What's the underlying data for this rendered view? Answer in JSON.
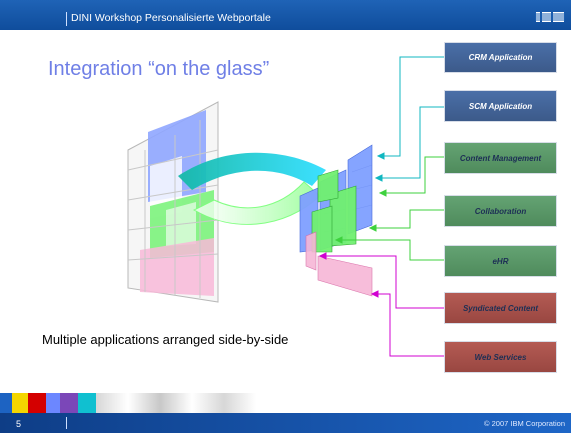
{
  "header": {
    "title": "DINI Workshop Personalisierte Webportale",
    "logo": "IBM"
  },
  "slide": {
    "title": "Integration “on the glass”",
    "caption": "Multiple applications arranged side-by-side"
  },
  "apps": [
    {
      "label": "CRM Application",
      "color": "#4a6fa8"
    },
    {
      "label": "SCM Application",
      "color": "#4a6fa8"
    },
    {
      "label": "Content Management",
      "color": "#64a373"
    },
    {
      "label": "Collaboration",
      "color": "#64a373"
    },
    {
      "label": "eHR",
      "color": "#64a373"
    },
    {
      "label": "Syndicated Content",
      "color": "#b45b54"
    },
    {
      "label": "Web Services",
      "color": "#b45b54"
    }
  ],
  "footer": {
    "page": "5",
    "copyright": "© 2007 IBM Corporation"
  },
  "colors": {
    "header_blue": "#1f63b6",
    "title_purple": "#6f7fe6",
    "connector_cyan": "#10b7c0",
    "connector_green": "#3ed13e",
    "connector_magenta": "#d100d1"
  }
}
